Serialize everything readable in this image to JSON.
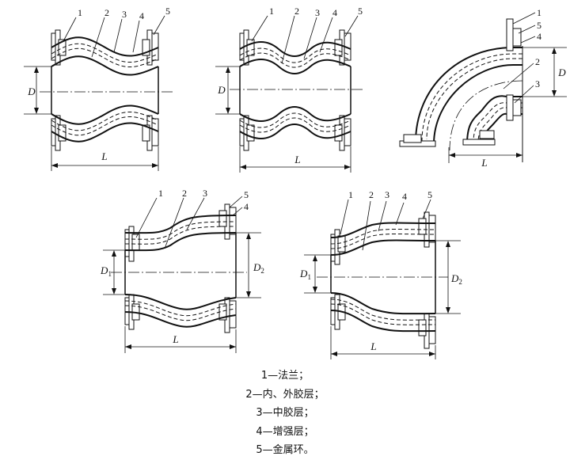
{
  "callouts": {
    "fig1": [
      "1",
      "2",
      "3",
      "4",
      "5"
    ],
    "fig2": [
      "1",
      "2",
      "3",
      "4",
      "5"
    ],
    "fig3": [
      "1",
      "5",
      "4",
      "2",
      "3"
    ],
    "fig4": [
      "1",
      "2",
      "3",
      "5",
      "4"
    ],
    "fig5": [
      "1",
      "2",
      "3",
      "4",
      "5"
    ]
  },
  "dimensions": {
    "fig1": {
      "diameter": "D",
      "length": "L"
    },
    "fig2": {
      "diameter": "D",
      "length": "L"
    },
    "fig3": {
      "diameter": "D",
      "length": "L"
    },
    "fig4": {
      "d1": "D",
      "d1_sub": "1",
      "d2": "D",
      "d2_sub": "2",
      "length": "L"
    },
    "fig5": {
      "d1": "D",
      "d1_sub": "1",
      "d2": "D",
      "d2_sub": "2",
      "length": "L"
    }
  },
  "legend": [
    "1—法兰；",
    "2—内、外胶层；",
    "3—中胶层；",
    "4—增强层；",
    "5—金属环。"
  ]
}
